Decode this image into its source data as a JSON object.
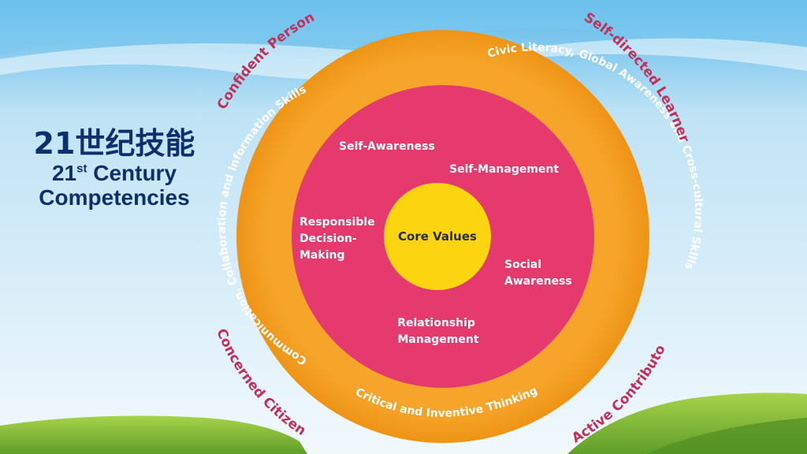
{
  "title": {
    "chinese": "21世纪技能",
    "english_line1_number": "21",
    "english_line1_suffix": "st",
    "english_line1_rest": " Century",
    "english_line2": "Competencies"
  },
  "diagram": {
    "center": "Core Values",
    "inner_ring": {
      "self_awareness": "Self-Awareness",
      "self_management": "Self-Management",
      "responsible_decision_making": [
        "Responsible",
        "Decision-",
        "Making"
      ],
      "social_awareness": [
        "Social",
        "Awareness"
      ],
      "relationship_management": [
        "Relationship",
        "Management"
      ]
    },
    "outer_ring": {
      "communication": "Communication, Collaboration and Information Skills",
      "civic_literacy": "Civic Literacy, Global Awareness and Cross-cultural Skills",
      "critical_thinking": "Critical and Inventive Thinking"
    },
    "outcomes": {
      "confident_person": "Confident Person",
      "self_directed_learner": "Self-directed Learner",
      "concerned_citizen": "Concerned Citizen",
      "active_contributor": "Active Contributor"
    }
  },
  "colors": {
    "outer_ring": "#f39c1e",
    "inner_ring": "#e63a6e",
    "center": "#fcd40f",
    "outcome_text": "#c2305a",
    "title_text": "#0d2f6e"
  }
}
